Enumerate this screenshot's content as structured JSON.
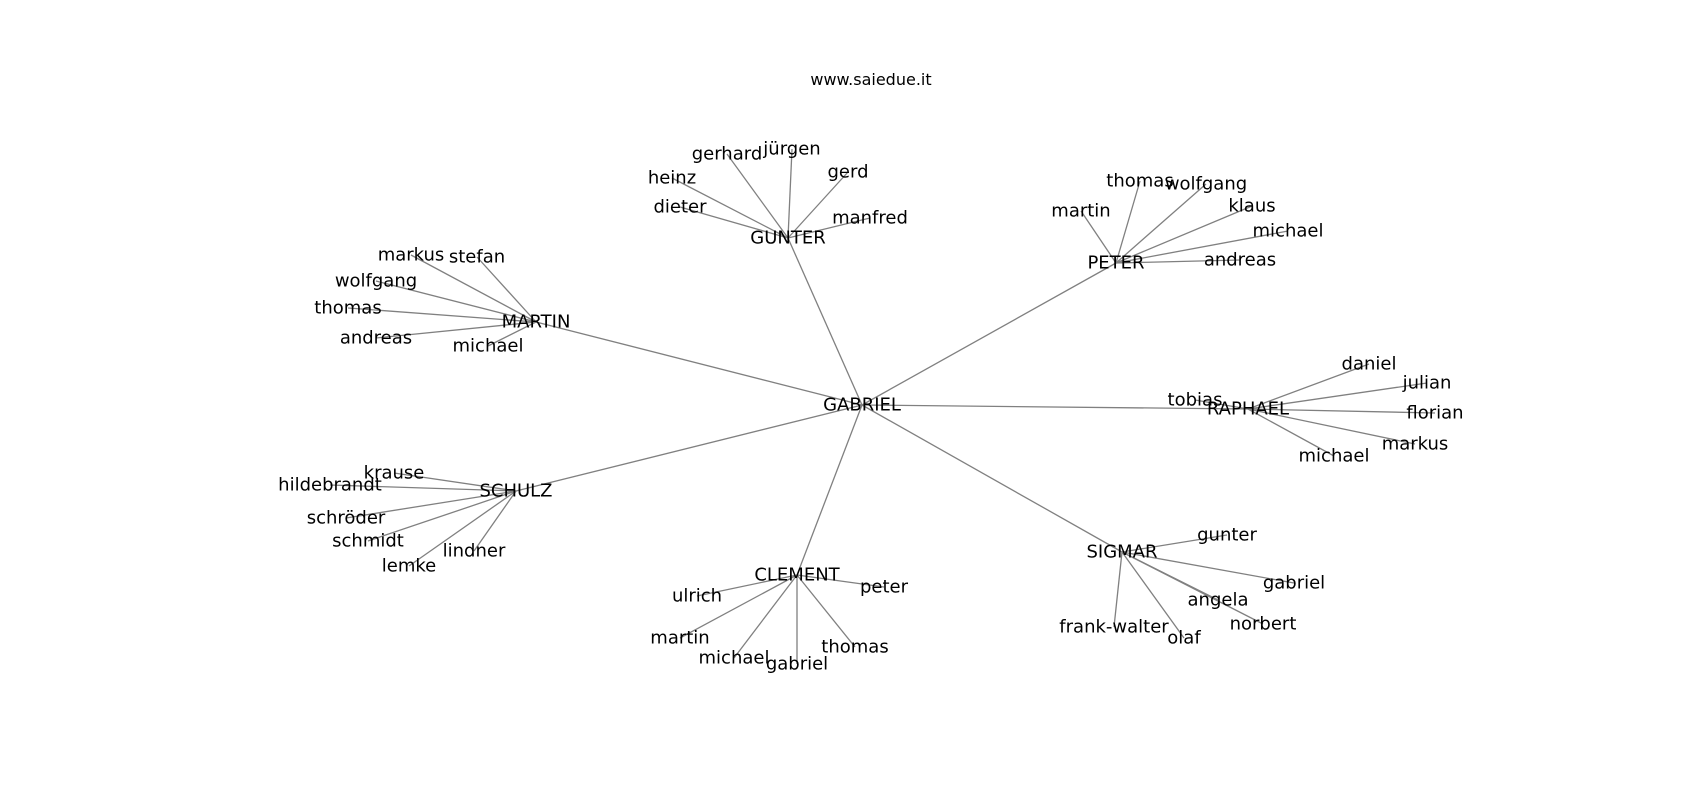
{
  "title": "www.saiedue.it",
  "graph": {
    "root": "GABRIEL",
    "hubs": [
      {
        "name": "GUNTER",
        "children": [
          "gerhard",
          "jürgen",
          "heinz",
          "gerd",
          "dieter",
          "manfred"
        ]
      },
      {
        "name": "PETER",
        "children": [
          "thomas",
          "wolfgang",
          "martin",
          "klaus",
          "michael",
          "andreas"
        ]
      },
      {
        "name": "MARTIN",
        "children": [
          "markus",
          "stefan",
          "wolfgang",
          "thomas",
          "andreas",
          "michael"
        ]
      },
      {
        "name": "RAPHAEL",
        "children": [
          "daniel",
          "julian",
          "tobias",
          "florian",
          "markus",
          "michael"
        ]
      },
      {
        "name": "SCHULZ",
        "children": [
          "krause",
          "hildebrandt",
          "schröder",
          "schmidt",
          "lindner",
          "lemke"
        ]
      },
      {
        "name": "CLEMENT",
        "children": [
          "ulrich",
          "peter",
          "martin",
          "thomas",
          "michael",
          "gabriel"
        ]
      },
      {
        "name": "SIGMAR",
        "children": [
          "gunter",
          "gabriel",
          "angela",
          "norbert",
          "frank-walter",
          "olaf"
        ]
      }
    ]
  }
}
